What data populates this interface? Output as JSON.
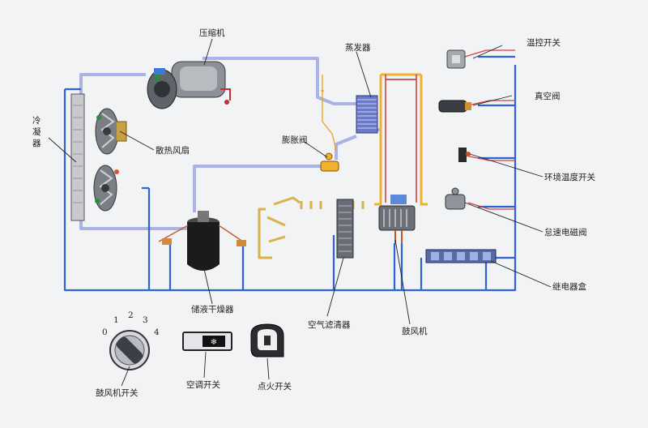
{
  "labels": {
    "compressor": "压缩机",
    "evaporator": "蒸发器",
    "condenser": "冷凝器",
    "fan": "散热风扇",
    "expansion_valve": "膨胀阀",
    "receiver_drier": "储液干燥器",
    "air_filter": "空气滤清器",
    "blower": "鼓风机",
    "thermostat_switch": "温控开关",
    "vacuum_valve": "真空阀",
    "ambient_temp_switch": "环境温度开关",
    "idle_solenoid": "怠速电磁阀",
    "relay_box": "继电器盒",
    "blower_switch": "鼓风机开关",
    "ac_switch": "空调开关",
    "ignition_switch": "点火开关"
  },
  "dial_ticks": [
    "0",
    "1",
    "2",
    "3",
    "4"
  ],
  "colors": {
    "pipe": "#9ca6e0",
    "wire": "#2f5fd0",
    "line_orange": "#e8a21c"
  }
}
